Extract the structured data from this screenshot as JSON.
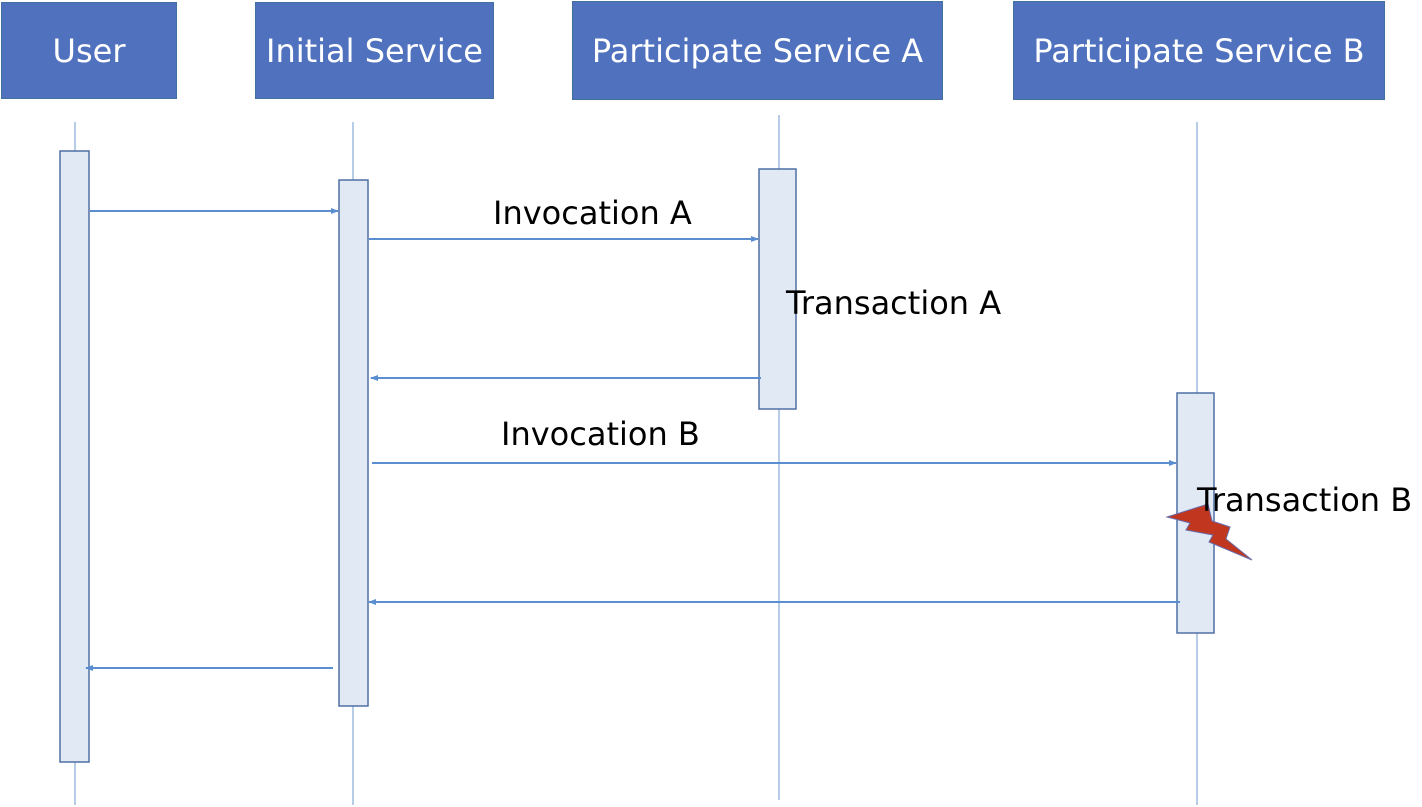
{
  "colors": {
    "participant_fill": "#4f71be",
    "participant_border": "#41719c",
    "lifeline": "#6f98cc",
    "activation_fill": "#e1e9f4",
    "activation_border": "#4f6fa5",
    "arrow": "#5b8ed0",
    "failure_fill": "#c0361f",
    "failure_border": "#6a6aa8"
  },
  "participants": [
    {
      "id": "user",
      "label": "User"
    },
    {
      "id": "initial",
      "label": "Initial Service"
    },
    {
      "id": "a",
      "label": "Participate Service A"
    },
    {
      "id": "b",
      "label": "Participate Service B"
    }
  ],
  "messages": [
    {
      "from": "User",
      "to": "Initial Service",
      "label": ""
    },
    {
      "from": "Initial Service",
      "to": "Participate Service A",
      "label": "Invocation A"
    },
    {
      "from": "Participate Service A",
      "to": "Initial Service",
      "label": ""
    },
    {
      "from": "Initial Service",
      "to": "Participate Service B",
      "label": "Invocation B"
    },
    {
      "from": "Participate Service B",
      "to": "Initial Service",
      "label": ""
    },
    {
      "from": "Initial Service",
      "to": "User",
      "label": ""
    }
  ],
  "notes": {
    "transaction_a": "Transaction A",
    "transaction_b": "Transaction B"
  },
  "failure": {
    "icon": "lightning-bolt-icon",
    "on": "Transaction B"
  }
}
